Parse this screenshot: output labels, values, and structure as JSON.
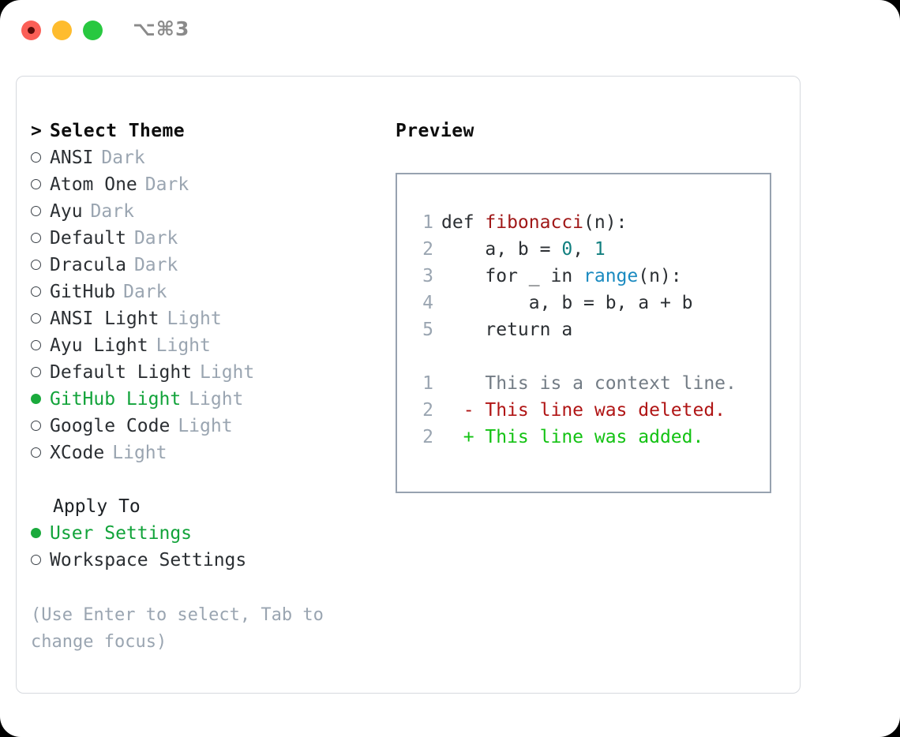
{
  "titlebar": {
    "shortcut": "⌥⌘3",
    "buttons": [
      {
        "name": "close",
        "color": "#fb5f57"
      },
      {
        "name": "minimize",
        "color": "#febc2e"
      },
      {
        "name": "zoom",
        "color": "#28c840"
      }
    ]
  },
  "theme_picker": {
    "prompt": ">",
    "header": "Select Theme",
    "items": [
      {
        "name": "ANSI",
        "variant": "Dark",
        "selected": false
      },
      {
        "name": "Atom One",
        "variant": "Dark",
        "selected": false
      },
      {
        "name": "Ayu",
        "variant": "Dark",
        "selected": false
      },
      {
        "name": "Default",
        "variant": "Dark",
        "selected": false
      },
      {
        "name": "Dracula",
        "variant": "Dark",
        "selected": false
      },
      {
        "name": "GitHub",
        "variant": "Dark",
        "selected": false
      },
      {
        "name": "ANSI Light",
        "variant": "Light",
        "selected": false
      },
      {
        "name": "Ayu Light",
        "variant": "Light",
        "selected": false
      },
      {
        "name": "Default Light",
        "variant": "Light",
        "selected": false
      },
      {
        "name": "GitHub Light",
        "variant": "Light",
        "selected": true
      },
      {
        "name": "Google Code",
        "variant": "Light",
        "selected": false
      },
      {
        "name": "XCode",
        "variant": "Light",
        "selected": false
      }
    ]
  },
  "apply_to": {
    "label": "Apply To",
    "options": [
      {
        "name": "User Settings",
        "selected": true
      },
      {
        "name": "Workspace Settings",
        "selected": false
      }
    ]
  },
  "hint": "(Use Enter to select, Tab to change focus)",
  "preview": {
    "title": "Preview",
    "code_lines": [
      {
        "no": "1",
        "tokens": [
          {
            "t": "def ",
            "c": "plain"
          },
          {
            "t": "fibonacci",
            "c": "fn"
          },
          {
            "t": "(n):",
            "c": "plain"
          }
        ]
      },
      {
        "no": "2",
        "tokens": [
          {
            "t": "    a, b = ",
            "c": "plain"
          },
          {
            "t": "0",
            "c": "num"
          },
          {
            "t": ", ",
            "c": "plain"
          },
          {
            "t": "1",
            "c": "num"
          }
        ]
      },
      {
        "no": "3",
        "tokens": [
          {
            "t": "    for _ in ",
            "c": "plain"
          },
          {
            "t": "range",
            "c": "fnc"
          },
          {
            "t": "(n):",
            "c": "plain"
          }
        ]
      },
      {
        "no": "4",
        "tokens": [
          {
            "t": "        a, b = b, a + b",
            "c": "plain"
          }
        ]
      },
      {
        "no": "5",
        "tokens": [
          {
            "t": "    return a",
            "c": "plain"
          }
        ]
      }
    ],
    "diff_lines": [
      {
        "no": "1",
        "sign": " ",
        "text": "This is a context line.",
        "kind": "ctx"
      },
      {
        "no": "2",
        "sign": "-",
        "text": "This line was deleted.",
        "kind": "del"
      },
      {
        "no": "2",
        "sign": "+",
        "text": "This line was added.",
        "kind": "add"
      }
    ]
  },
  "colors": {
    "selected_green": "#12a33a",
    "muted": "#9aa5b1",
    "syntax_function": "#a01818",
    "syntax_number": "#117f7f",
    "syntax_builtin": "#1a8ac0",
    "diff_added": "#13c213",
    "diff_deleted": "#b01515"
  }
}
